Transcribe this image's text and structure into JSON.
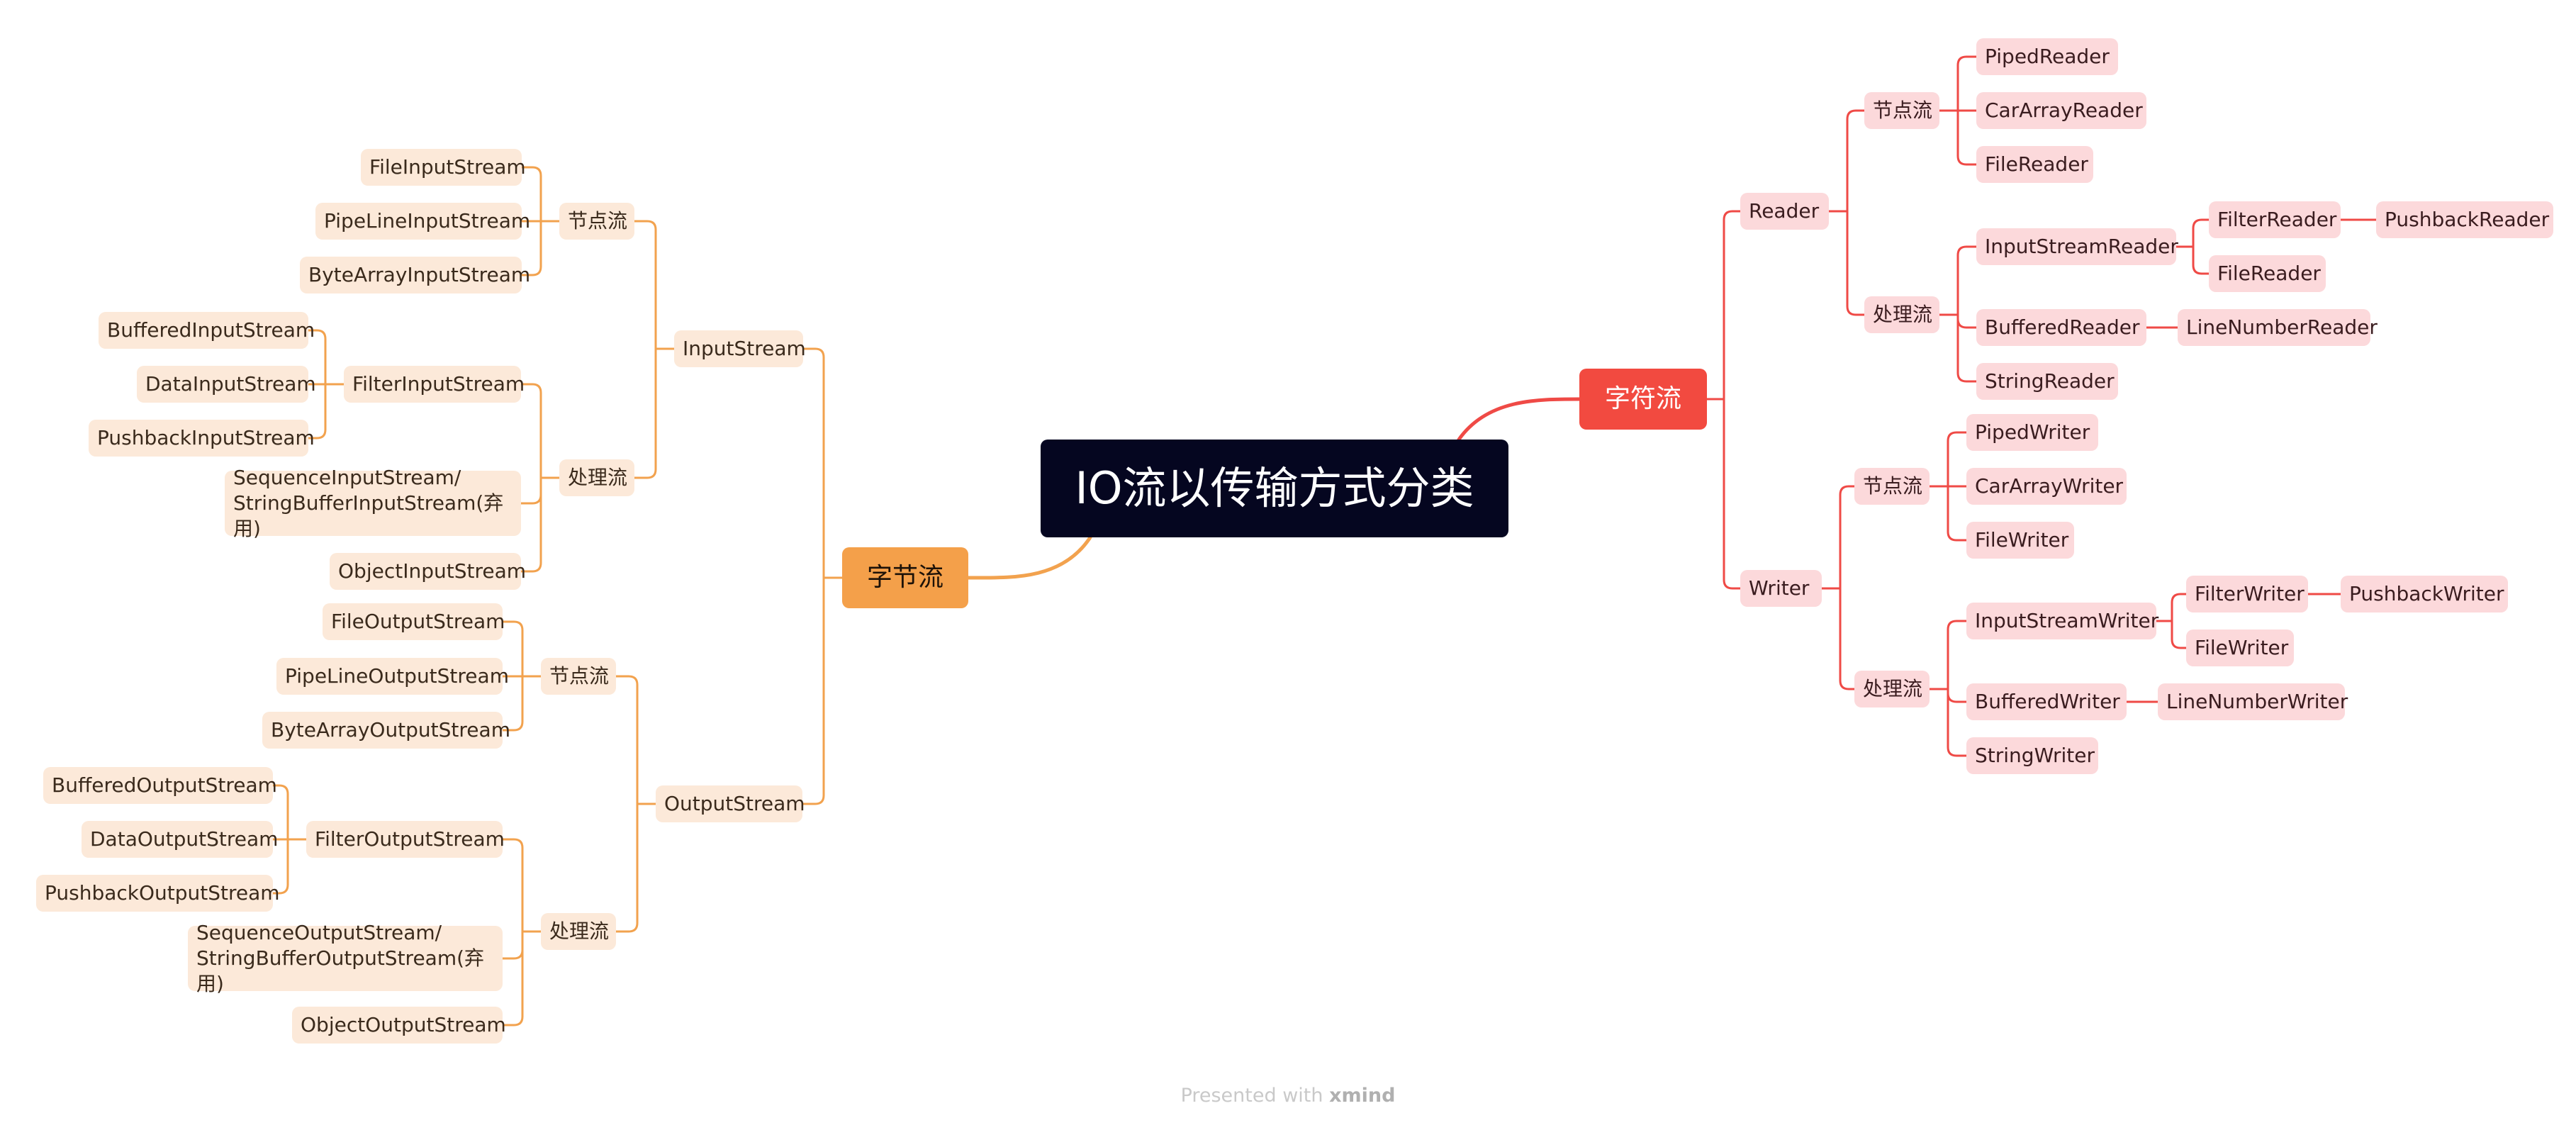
{
  "colors": {
    "orange_line": "#F2A24E",
    "red_line": "#EF4A46"
  },
  "center": "IO流以传输方式分类",
  "byte_branch": {
    "label": "字节流",
    "input": {
      "label": "InputStream",
      "node_group": {
        "label": "节点流",
        "items": [
          "FileInputStream",
          "PipeLineInputStream",
          "ByteArrayInputStream"
        ]
      },
      "process_group": {
        "label": "处理流",
        "filter": {
          "label": "FilterInputStream",
          "children": [
            "BufferedInputStream",
            "DataInputStream",
            "PushbackInputStream"
          ]
        },
        "sequence": [
          "SequenceInputStream/",
          "StringBufferInputStream(弃用)"
        ],
        "object": "ObjectInputStream"
      }
    },
    "output": {
      "label": "OutputStream",
      "node_group": {
        "label": "节点流",
        "items": [
          "FileOutputStream",
          "PipeLineOutputStream",
          "ByteArrayOutputStream"
        ]
      },
      "process_group": {
        "label": "处理流",
        "filter": {
          "label": "FilterOutputStream",
          "children": [
            "BufferedOutputStream",
            "DataOutputStream",
            "PushbackOutputStream"
          ]
        },
        "sequence": [
          "SequenceOutputStream/",
          "StringBufferOutputStream(弃用)"
        ],
        "object": "ObjectOutputStream"
      }
    }
  },
  "char_branch": {
    "label": "字符流",
    "reader": {
      "label": "Reader",
      "node_group": {
        "label": "节点流",
        "items": [
          "PipedReader",
          "CarArrayReader",
          "FileReader"
        ]
      },
      "process_group": {
        "label": "处理流",
        "isr": {
          "label": "InputStreamReader",
          "filter": "FilterReader",
          "pushback": "PushbackReader",
          "file": "FileReader"
        },
        "buffered": {
          "label": "BufferedReader",
          "child": "LineNumberReader"
        },
        "string": "StringReader"
      }
    },
    "writer": {
      "label": "Writer",
      "node_group": {
        "label": "节点流",
        "items": [
          "PipedWriter",
          "CarArrayWriter",
          "FileWriter"
        ]
      },
      "process_group": {
        "label": "处理流",
        "isw": {
          "label": "InputStreamWriter",
          "filter": "FilterWriter",
          "pushback": "PushbackWriter",
          "file": "FileWriter"
        },
        "buffered": {
          "label": "BufferedWriter",
          "child": "LineNumberWriter"
        },
        "string": "StringWriter"
      }
    }
  },
  "footer": {
    "prefix": "Presented with ",
    "brand": "xmind"
  }
}
